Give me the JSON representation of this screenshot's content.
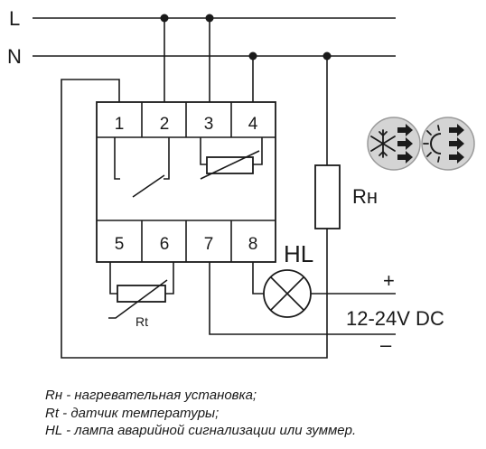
{
  "lines": {
    "live": "L",
    "neutral": "N"
  },
  "terminals": {
    "top": [
      "1",
      "2",
      "3",
      "4"
    ],
    "bottom": [
      "5",
      "6",
      "7",
      "8"
    ]
  },
  "components": {
    "heater": "Rн",
    "sensor": "Rt",
    "lamp": "HL"
  },
  "supply": {
    "plus": "+",
    "voltage": "12-24V DC",
    "minus": "–"
  },
  "legend": [
    "Rн - нагревательная установка;",
    "Rt - датчик температуры;",
    "HL - лампа аварийной сигнализации или зуммер."
  ],
  "icons": [
    "heating-mode-icon",
    "cooling-mode-icon"
  ]
}
